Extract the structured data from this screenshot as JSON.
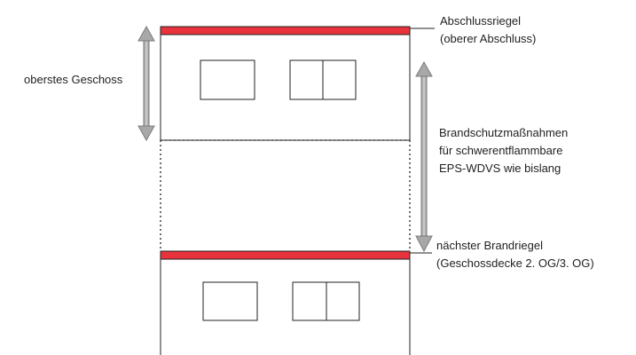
{
  "labels": {
    "top_level": "oberstes Geschoss",
    "closing_bar_title": "Abschlussriegel",
    "closing_bar_subtitle": "(oberer Abschluss)",
    "measures_line1": "Brandschutzmaßnahmen",
    "measures_line2": "für schwerentflammbare",
    "measures_line3": "EPS-WDVS wie bislang",
    "next_barrier_line1": "nächster Brandriegel",
    "next_barrier_line2": "(Geschossdecke 2. OG/3. OG)"
  },
  "colors": {
    "fire_barrier": "#e8323c",
    "outline": "#222222",
    "arrow": "#b0b0b0",
    "arrow_stroke": "#7a7a7a",
    "text": "#222222"
  }
}
